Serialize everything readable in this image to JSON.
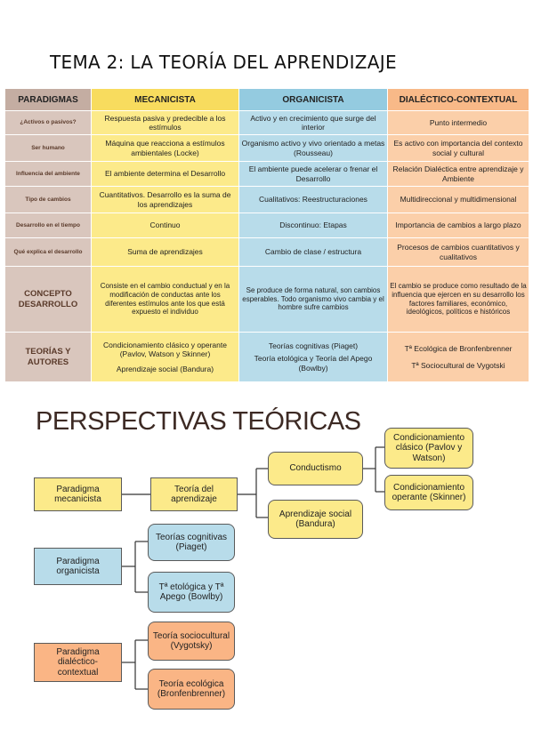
{
  "title": "TEMA 2: LA TEORÍA DEL APRENDIZAJE",
  "table": {
    "headers": [
      "PARADIGMAS",
      "MECANICISTA",
      "ORGANICISTA",
      "DIALÉCTICO-CONTEXTUAL"
    ],
    "rows": [
      {
        "label": "¿Activos o pasivos?",
        "cells": [
          "Respuesta pasiva y predecible a los estímulos",
          "Activo y en crecimiento que surge del interior",
          "Punto intermedio"
        ]
      },
      {
        "label": "Ser humano",
        "cells": [
          "Máquina que reacciona a estímulos ambientales (Locke)",
          "Organismo activo y vivo orientado a metas (Rousseau)",
          "Es activo con importancia del contexto social y cultural"
        ]
      },
      {
        "label": "Influencia del ambiente",
        "cells": [
          "El ambiente determina el Desarrollo",
          "El ambiente puede acelerar o frenar el Desarrollo",
          "Relación Dialéctica entre aprendizaje y Ambiente"
        ]
      },
      {
        "label": "Tipo de cambios",
        "cells": [
          "Cuantitativos. Desarrollo es la suma de los aprendizajes",
          "Cualitativos: Reestructuraciones",
          "Multidireccional y multidimensional"
        ]
      },
      {
        "label": "Desarrollo en el tiempo",
        "cells": [
          "Continuo",
          "Discontinuo: Etapas",
          "Importancia de cambios a largo plazo"
        ]
      },
      {
        "label": "Qué explica el desarrollo",
        "cells": [
          "Suma de aprendizajes",
          "Cambio de clase / estructura",
          "Procesos de cambios cuantitativos y cualitativos"
        ]
      },
      {
        "label": "CONCEPTO DESARROLLO",
        "cells": [
          "Consiste en el cambio conductual y en la modificación de conductas ante los diferentes estímulos ante los que está expuesto el individuo",
          "Se produce de forma natural, son cambios esperables. Todo organismo vivo cambia y el hombre sufre cambios",
          "El cambio se produce como resultado de la influencia que ejercen en su desarrollo los factores familiares, económico, ideológicos, políticos e históricos"
        ]
      },
      {
        "label": "TEORÍAS Y AUTORES",
        "cells": [
          [
            "Condicionamiento clásico y operante (Pavlov, Watson y Skinner)",
            "Aprendizaje social (Bandura)"
          ],
          [
            "Teorías cognitivas (Piaget)",
            "Teoría etológica y Teoría del Apego (Bowlby)"
          ],
          [
            "Tª Ecológica de Bronfenbrenner",
            "Tª Sociocultural de Vygotski"
          ]
        ]
      }
    ]
  },
  "diagram": {
    "title": "PERSPECTIVAS TEÓRICAS",
    "nodes": {
      "mecanicista": "Paradigma mecanicista",
      "teoria_aprendizaje": "Teoría del aprendizaje",
      "conductismo": "Conductismo",
      "aprendizaje_social": "Aprendizaje social (Bandura)",
      "cond_clasico": "Condicionamiento clásico (Pavlov y Watson)",
      "cond_operante": "Condicionamiento operante (Skinner)",
      "organicista": "Paradigma organicista",
      "cognitivas": "Teorías cognitivas (Piaget)",
      "etologica": "Tª etológica y Tª Apego (Bowlby)",
      "dialectico": "Paradigma dialéctico-contextual",
      "sociocultural": "Teoría sociocultural (Vygotsky)",
      "ecologica": "Teoría ecológica (Bronfenbrenner)"
    }
  }
}
